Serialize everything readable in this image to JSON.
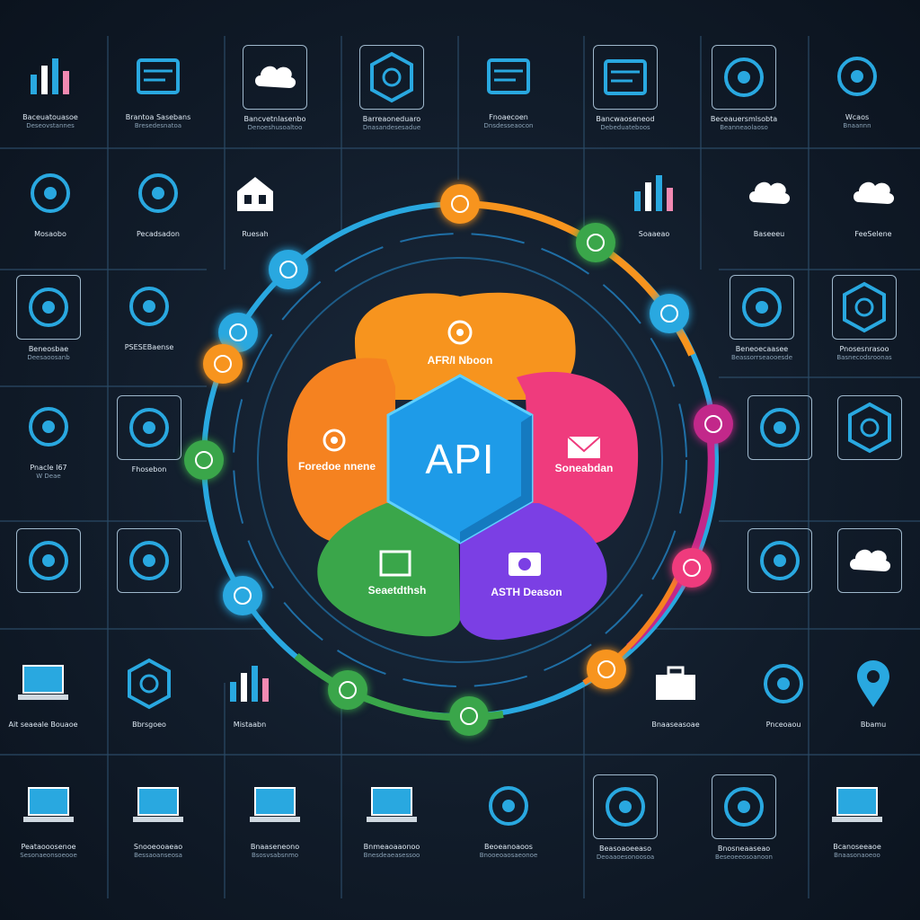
{
  "hub": {
    "title": "API",
    "segments": [
      {
        "key": "top",
        "label": "AFR/I Nboon",
        "color": "#f7941e",
        "icon": "gear-icon"
      },
      {
        "key": "left",
        "label": "Foredoe nnene",
        "color": "#f58220",
        "icon": "gear-icon"
      },
      {
        "key": "right",
        "label": "Soneabdan",
        "color": "#ef3b7d",
        "icon": "envelope-icon"
      },
      {
        "key": "bottom_left",
        "label": "Seaetdthsh",
        "color": "#3aa64a",
        "icon": "file-icon"
      },
      {
        "key": "bottom_right",
        "label": "ASTH Deason",
        "color": "#7b3fe4",
        "icon": "camera-icon"
      }
    ]
  },
  "ring_nodes": [
    {
      "color": "#29a8e0",
      "icon": "gear-icon"
    },
    {
      "color": "#f7941e",
      "icon": "refresh-icon"
    },
    {
      "color": "#3aa64a",
      "icon": "link-icon"
    },
    {
      "color": "#29a8e0",
      "icon": "cloud-icon"
    },
    {
      "color": "#c2288a",
      "icon": "tag-icon"
    },
    {
      "color": "#ef3b7d",
      "icon": "camera-icon"
    },
    {
      "color": "#f7941e",
      "icon": "doc-icon"
    },
    {
      "color": "#3aa64a",
      "icon": "person-icon"
    },
    {
      "color": "#3aa64a",
      "icon": "grid-icon"
    },
    {
      "color": "#29a8e0",
      "icon": "cloud-icon"
    },
    {
      "color": "#3aa64a",
      "icon": "plug-icon"
    },
    {
      "color": "#29a8e0",
      "icon": "refresh-icon"
    },
    {
      "color": "#f7941e",
      "icon": "bolt-icon"
    }
  ],
  "tiles": {
    "top_row": [
      {
        "label": "Baceuatouasoe",
        "sub": "Deseovstannes",
        "icon": "bar-chart-icon"
      },
      {
        "label": "Brantoa Sasebans",
        "sub": "Bresedesnatoa",
        "icon": "server-icon"
      },
      {
        "label": "Bancvetnlasenbo",
        "sub": "Denoeshusoaltoo",
        "icon": "cloud-icon"
      },
      {
        "label": "Barreaoneduaro",
        "sub": "Dnasandesesadue",
        "icon": "hexagon-icon"
      },
      {
        "label": "Fnoaecoen",
        "sub": "Dnsdesseaocon",
        "icon": "window-icon"
      },
      {
        "label": "Bancwaoseneod",
        "sub": "Debeduateboos",
        "icon": "screen-icon"
      },
      {
        "label": "Beceauersmlsobta",
        "sub": "Beanneaolaoso",
        "icon": "target-icon"
      },
      {
        "label": "Wcaos",
        "sub": "Bnaannn",
        "icon": "puzzle-icon"
      }
    ],
    "second_row": [
      {
        "label": "Mosaobo",
        "icon": "people-icon"
      },
      {
        "label": "Pecadsadon",
        "icon": "chat-icon"
      },
      {
        "label": "Ruesah",
        "icon": "house-icon"
      },
      {
        "label": "Soaaeao",
        "icon": "bar-chart-icon"
      },
      {
        "label": "Baseeeu",
        "icon": "cloud-icon"
      },
      {
        "label": "FeeSelene",
        "icon": "cloud-icon"
      }
    ],
    "third_row": [
      {
        "label": "Beneosbae",
        "sub": "Deesaoosanb",
        "icon": "shield-icon"
      },
      {
        "label": "PSESEBaense",
        "icon": "tablet-icon"
      },
      {
        "label": "Beneoecaasee",
        "sub": "Beassorrseaooesde",
        "icon": "person-icon"
      },
      {
        "label": "Pnosesnrasoo",
        "sub": "Basnecodsroonas",
        "icon": "hexagon-icon"
      }
    ],
    "fourth_row": [
      {
        "label": "Pnacle I67",
        "sub": "W Deae",
        "icon": "folder-icon"
      },
      {
        "label": "Fhosebon",
        "icon": "cube-icon"
      },
      {
        "label": "",
        "icon": "network-icon"
      },
      {
        "label": "",
        "icon": "hexagon-icon"
      }
    ],
    "fifth_row": [
      {
        "label": "",
        "icon": "circuit-icon"
      },
      {
        "label": "",
        "icon": "folder-icon"
      },
      {
        "label": "",
        "icon": "person-icon"
      },
      {
        "label": "",
        "icon": "cloud-icon"
      }
    ],
    "sixth_row": [
      {
        "label": "Ait seaeale Bouaoe",
        "icon": "laptop-icon"
      },
      {
        "label": "Bbrsgoeo",
        "icon": "hexagon-icon"
      },
      {
        "label": "Mistaabn",
        "icon": "bar-chart-icon"
      },
      {
        "label": "Bnaaseasoae",
        "icon": "briefcase-icon"
      },
      {
        "label": "Pnceoaou",
        "icon": "fingerprint-icon"
      },
      {
        "label": "Bbamu",
        "icon": "location-icon"
      }
    ],
    "bottom_row": [
      {
        "label": "Peataooosenoe",
        "sub": "Sesonaeonsoeooe",
        "icon": "laptop-icon"
      },
      {
        "label": "Snooeooaeao",
        "sub": "Bessaoanseosa",
        "icon": "laptop-icon"
      },
      {
        "label": "Bnaaseneono",
        "sub": "Bsosvsabsnmo",
        "icon": "laptop-icon"
      },
      {
        "label": "Bnmeaoaaonoo",
        "sub": "Bnesdeaeasessoo",
        "icon": "monitor-icon"
      },
      {
        "label": "Beoeanoaoos",
        "sub": "Bnooeoaosaeonoe",
        "icon": "cube-icon"
      },
      {
        "label": "Beasoaoeeaso",
        "sub": "Deoaaoesonoosoa",
        "icon": "link-icon"
      },
      {
        "label": "Bnosneaaseao",
        "sub": "Beseoeeosoanoon",
        "icon": "shield-icon"
      },
      {
        "label": "Bcanoseeaoe",
        "sub": "Bnaasonaoeoo",
        "icon": "monitor-icon"
      }
    ]
  },
  "colors": {
    "background": "#111c2a",
    "accent_blue": "#29a8e0",
    "ring_orange": "#f7941e",
    "ring_magenta": "#c2288a",
    "ring_green": "#3aa64a",
    "api_hex": "#1e9be8"
  }
}
